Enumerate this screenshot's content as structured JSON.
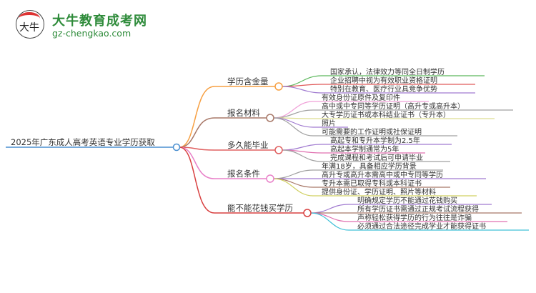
{
  "logo": {
    "name": "大牛教育成考网",
    "url": "gz-chengkao.com",
    "glyph": "大牛"
  },
  "root": {
    "label": "2025年广东成人高考英语专业学历获取",
    "color": "#4a8fd0"
  },
  "branches": [
    {
      "label": "学历含金量",
      "color": "#f7a043",
      "children": [
        {
          "label": "国家承认，法律效力等同全日制学历",
          "color": "#5cb85c"
        },
        {
          "label": "企业招聘中视为有效职业资格证明",
          "color": "#e05a5a"
        },
        {
          "label": "特别在教育、医疗行业具竞争优势",
          "color": "#a07ad0"
        }
      ]
    },
    {
      "label": "报名材料",
      "color": "#a87868",
      "children": [
        {
          "label": "有效身份证原件及复印件",
          "color": "#f0a0d8"
        },
        {
          "label": "高中或中专同等学历证明（高升专或高升本）",
          "color": "#a0a0a0"
        },
        {
          "label": "大专学历证书或本科结业证书（专升本）",
          "color": "#dede90"
        },
        {
          "label": "照片",
          "color": "#a07ad0"
        },
        {
          "label": "可能需要的工作证明或社保证明",
          "color": "#a0a0a0"
        }
      ]
    },
    {
      "label": "多久能毕业",
      "color": "#e06060",
      "children": [
        {
          "label": "高起专和专升本学制为2.5年",
          "color": "#a07ad0"
        },
        {
          "label": "高起本学制通常为5年",
          "color": "#e070b0"
        },
        {
          "label": "完成课程和考试后可申请毕业",
          "color": "#a0a0a0"
        }
      ]
    },
    {
      "label": "报名条件",
      "color": "#e880c8",
      "children": [
        {
          "label": "年满18岁，具备相应学历背景",
          "color": "#a0a0a0"
        },
        {
          "label": "高升专或高升本需高中或中专同等学历",
          "color": "#a07ad0"
        },
        {
          "label": "专升本需已取得专科或本科证书",
          "color": "#a87868"
        },
        {
          "label": "提供身份证、学历证明、照片等材料",
          "color": "#d0d060"
        }
      ]
    },
    {
      "label": "能不能花钱买学历",
      "color": "#d84040",
      "children": [
        {
          "label": "明确规定学历不能通过花钱购买",
          "color": "#a07ad0"
        },
        {
          "label": "所有学历证书需通过正规考试流程获得",
          "color": "#a87868"
        },
        {
          "label": "声称轻松获得学历的行为往往是诈骗",
          "color": "#e070b0"
        },
        {
          "label": "必须通过合法途径完成学业才能获得证书",
          "color": "#40c0d8"
        }
      ]
    }
  ]
}
